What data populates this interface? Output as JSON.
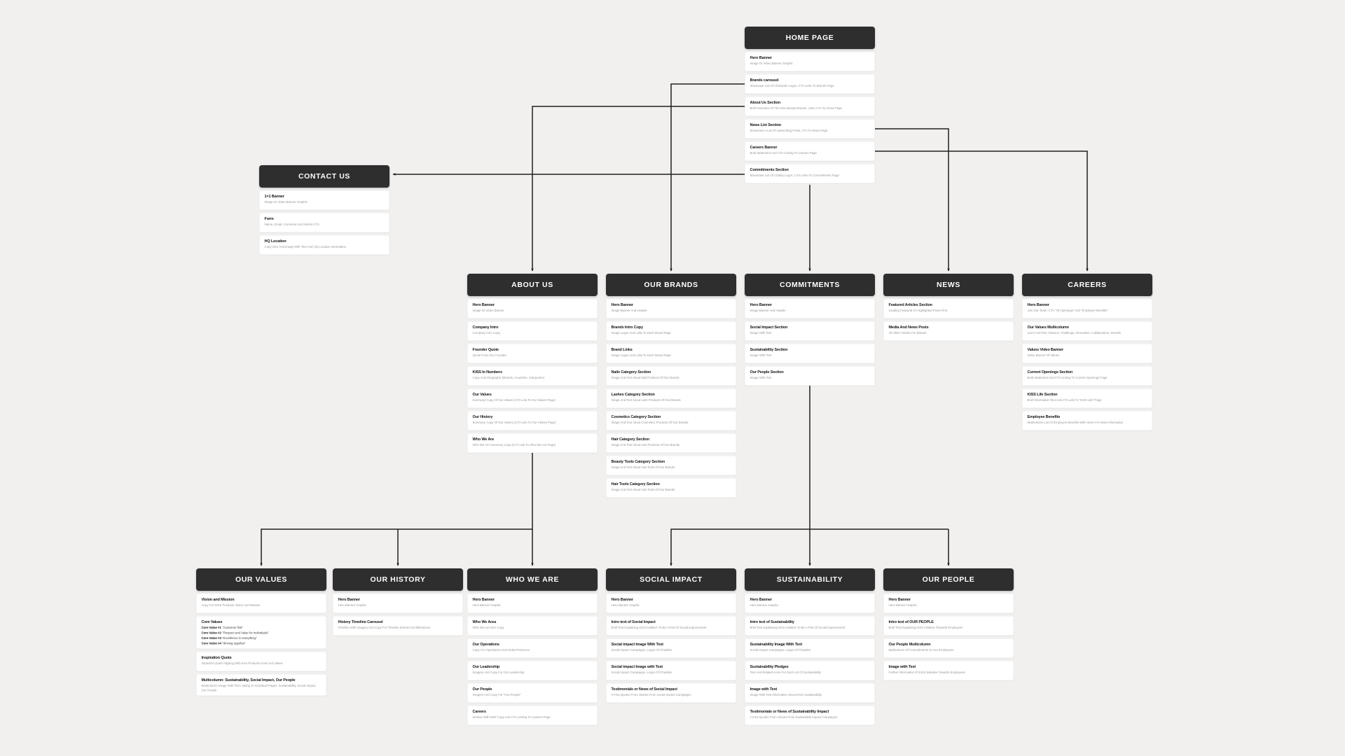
{
  "colors": {
    "background": "#f1f0ef",
    "header_bg": "#2e2e2e",
    "header_text": "#ffffff",
    "row_bg": "#ffffff",
    "title_text": "#141414",
    "desc_text": "#9b9b9b",
    "connector": "#202020"
  },
  "cards": [
    {
      "id": "home",
      "title": "HOME PAGE",
      "sections": [
        {
          "title": "Hero Banner",
          "desc": "Image Or Video Banner Graphic"
        },
        {
          "title": "Brands carousel",
          "desc": "Showcase List Of All Brands Logos. CTA Links To Brands Page"
        },
        {
          "title": "About Us Section",
          "desc": "Brief Overview Of The Kiss Beauty Brands, Links CTA To About Page."
        },
        {
          "title": "News List Section",
          "desc": "Showcase A List Of Latest Blog Posts, CTA To News Page"
        },
        {
          "title": "Careers Banner",
          "desc": "Bold Statement And CTA Linking To Careers Page"
        },
        {
          "title": "Commitments Section",
          "desc": "Showcase List Of Chairty Logos. CTA Links To Commitments Page"
        }
      ]
    },
    {
      "id": "contact",
      "title": "CONTACT US",
      "sections": [
        {
          "title": "1×1 Banner",
          "desc": "Image Or Video Banner Graphic"
        },
        {
          "title": "Form",
          "desc": "Name, Email, Comment And Submit CTA"
        },
        {
          "title": "HQ Location",
          "desc": "Copy Intro And Image With Text And HQ Location Information"
        }
      ]
    },
    {
      "id": "about",
      "title": "ABOUT US",
      "sections": [
        {
          "title": "Hero Banner",
          "desc": "Image Or Video Banner"
        },
        {
          "title": "Company Intro",
          "desc": "Company Intro Copy"
        },
        {
          "title": "Founder Quote",
          "desc": "Quote From Our Founder"
        },
        {
          "title": "KISS In Numbers",
          "desc": "Copy And Infographic (Brands, Countries, Categories)"
        },
        {
          "title": "Our Values",
          "desc": "Summary Copy Of Our Values (CTA Link To Our Values Page)"
        },
        {
          "title": "Our History",
          "desc": "Summary Copy Of Our History (CTA Link To Our History Page)"
        },
        {
          "title": "Who We Are",
          "desc": "Who We Are Summary Copy (CTA Link To Who We Are Page)"
        }
      ]
    },
    {
      "id": "brands",
      "title": "OUR BRANDS",
      "sections": [
        {
          "title": "Hero Banner",
          "desc": "Image Banner And Header"
        },
        {
          "title": "Brands Intro Copy",
          "desc": "Image Logos And Links To Each Brand Page"
        },
        {
          "title": "Brand Links",
          "desc": "Image Logos And Links To Each Brand Page"
        },
        {
          "title": "Nails Category Section",
          "desc": "Image And Text About Nail Products Of Our Brands"
        },
        {
          "title": "Lashes Category Section",
          "desc": "Image And Text About Lash Products Of Our Brands"
        },
        {
          "title": "Cosmetics Category Section",
          "desc": "Image And Text About Cosmetics Products Of Our Brands"
        },
        {
          "title": "Hair Category Section",
          "desc": "Image And Text About Hair Products Of Our Brands"
        },
        {
          "title": "Beauty Tools Category Section",
          "desc": "Image And Text About Hair Tools Of Our Brands"
        },
        {
          "title": "Hair Tools Category Section",
          "desc": "Image And Text About Hair Tools Of Our Brands"
        }
      ]
    },
    {
      "id": "commitments",
      "title": "COMMITMENTS",
      "sections": [
        {
          "title": "Hero Banner",
          "desc": "Image Banner And Header"
        },
        {
          "title": "Social Impact Section",
          "desc": "Image With Text"
        },
        {
          "title": "Sustainability Section",
          "desc": "Image With Text"
        },
        {
          "title": "Our People Section",
          "desc": "Image With Text"
        }
      ]
    },
    {
      "id": "news",
      "title": "NEWS",
      "sections": [
        {
          "title": "Featured Articles Section",
          "desc": "Loading Featured Or Highlighted Posts First"
        },
        {
          "title": "Media And News Posts",
          "desc": "All Other Articles For Brands"
        }
      ]
    },
    {
      "id": "careers",
      "title": "CAREERS",
      "sections": [
        {
          "title": "Hero Banner",
          "desc": "Join Our Team. CTA \"All Openings\" And \"Employee Benefits\""
        },
        {
          "title": "Our Values Multicolumn",
          "desc": "Icons And Text: Passion, Challenge, Innovation, Collaboration, Results"
        },
        {
          "title": "Values Video Banner",
          "desc": "Video Banner Of Values"
        },
        {
          "title": "Current Openings Section",
          "desc": "Bold Statement And CTA Linking To Current Openings Page"
        },
        {
          "title": "KISS Life Section",
          "desc": "Brief Information Text And CTA Link To \"KISS Life\" Page"
        },
        {
          "title": "Employee Benefits",
          "desc": "Multicolumn List Of Employee Benefits With Hover For More Information"
        }
      ]
    },
    {
      "id": "values",
      "title": "OUR VALUES",
      "sections": [
        {
          "title": "Vision and Mission",
          "desc": "Copy For KISS Products Vision And Mission"
        },
        {
          "title": "Core Values",
          "values": [
            {
              "label": "Core Value #1",
              "quote": "\"Customer first\""
            },
            {
              "label": "Core Value #2",
              "quote": "\"Respect and Value for individuals\""
            },
            {
              "label": "Core Value #3",
              "quote": "\"Excellence in everything\""
            },
            {
              "label": "Core Value #4",
              "quote": "\"thriving together\""
            }
          ]
        },
        {
          "title": "Inspiration Quote",
          "desc": "Impactful Quote Aligning With Kiss Products Goal And Values"
        },
        {
          "title": "Multicolumn: Sustainability, Social Impact, Our People",
          "desc": "Multicolumn Image With Text Linking To Individual Pages: Sustainability, Social Impact, Our People"
        }
      ]
    },
    {
      "id": "history",
      "title": "OUR HISTORY",
      "sections": [
        {
          "title": "Hero Banner",
          "desc": "Hero Banner Graphic"
        },
        {
          "title": "History Timeline Carousel",
          "desc": "Timeline With Imagery And Copy For Timeline Events And Milestones"
        }
      ]
    },
    {
      "id": "who",
      "title": "WHO WE ARE",
      "sections": [
        {
          "title": "Hero Banner",
          "desc": "Hero Banner Graphic"
        },
        {
          "title": "Who We Area",
          "desc": "Who We Are Intro Copy"
        },
        {
          "title": "Our Operations",
          "desc": "Copy For Operations And Global Presence"
        },
        {
          "title": "Our Leadership",
          "desc": "Imagery And Copy For Our Leadership"
        },
        {
          "title": "Our People",
          "desc": "Imagery And Copy For \"Our People\""
        },
        {
          "title": "Careers",
          "desc": "Section With Brief Copy And CTA Linking To Careers Page"
        }
      ]
    },
    {
      "id": "social",
      "title": "SOCIAL IMPACT",
      "sections": [
        {
          "title": "Hero Banner",
          "desc": "Hero Banner Graphic"
        },
        {
          "title": "Intro text of Social Impact",
          "desc": "Brief Text Explaining KISS Initiative To Be A Part Of Social Improvement"
        },
        {
          "title": "Social impact Image With Text",
          "desc": "Social Impact Campaigns, Logos Of Charities"
        },
        {
          "title": "Social impact Image with Text",
          "desc": "Social Impact Campaigns, Logos Of Charities"
        },
        {
          "title": "Testimonials or News of Social Impact",
          "desc": "A Few Quotes From Stories From Social Impact Campaigns"
        }
      ]
    },
    {
      "id": "sustain",
      "title": "SUSTAINABILITY",
      "sections": [
        {
          "title": "Hero Banner",
          "desc": "Hero Banner Graphic"
        },
        {
          "title": "Intro text of Sustainability",
          "desc": "Brief Text Explaining KISS Initiative To Be A Part Of Social Improvement"
        },
        {
          "title": "Sustainability Image With Text",
          "desc": "Social Impact Campaigns, Logos Of Charities"
        },
        {
          "title": "Sustainability Pledges",
          "desc": "Text And Related Icons For Each Act Of Sustainability"
        },
        {
          "title": "Image with Text",
          "desc": "Image With Text Information About KISS Sustainability"
        },
        {
          "title": "Testimonials or News of Sustainability Impact",
          "desc": "A Few Quotes From Stories From Sustainable Impact Campaigns"
        }
      ]
    },
    {
      "id": "people",
      "title": "OUR PEOPLE",
      "sections": [
        {
          "title": "Hero Banner",
          "desc": "Hero Banner Graphic"
        },
        {
          "title": "Intro text of OUR PEOPLE",
          "desc": "Brief Text Explaining KISS Initiative Towards Employees"
        },
        {
          "title": "Our People Multicolumn",
          "desc": "Multicolumn Of Commitments To Our Employees"
        },
        {
          "title": "Image with Text",
          "desc": "Further Information Of KISS Initiative Towards Employees"
        }
      ]
    }
  ]
}
